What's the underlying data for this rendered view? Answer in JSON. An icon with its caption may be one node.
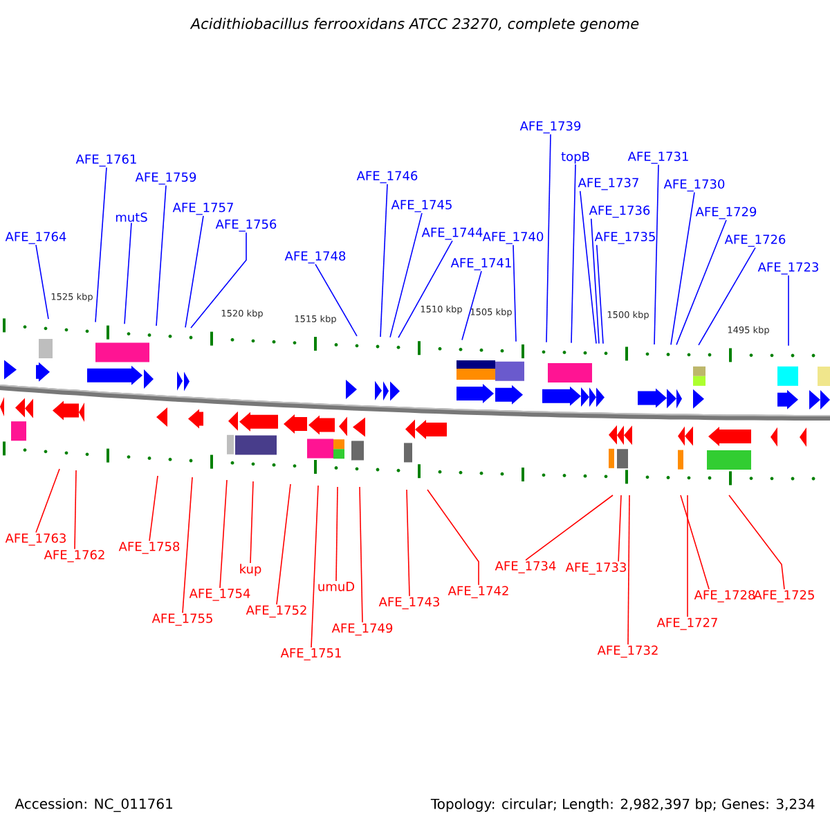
{
  "diagram": {
    "title": "Acidithiobacillus ferrooxidans ATCC 23270, complete genome",
    "nodes": [
      {
        "text": [
          "AFE_1764"
        ]
      },
      {
        "text": [
          "AFE_1761"
        ]
      },
      {
        "text": [
          "mutS"
        ]
      },
      {
        "text": [
          "AFE_1759"
        ]
      },
      {
        "text": [
          "AFE_1757"
        ]
      },
      {
        "text": [
          "AFE_1756"
        ]
      },
      {
        "text": [
          "AFE_1748"
        ]
      },
      {
        "text": [
          "AFE_1746"
        ]
      },
      {
        "text": [
          "AFE_1745"
        ]
      },
      {
        "text": [
          "AFE_1744"
        ]
      },
      {
        "text": [
          "AFE_1741"
        ]
      },
      {
        "text": [
          "AFE_1740"
        ]
      },
      {
        "text": [
          "AFE_1739"
        ]
      },
      {
        "text": [
          "topB"
        ]
      },
      {
        "text": [
          "AFE_1737"
        ]
      },
      {
        "text": [
          "AFE_1736"
        ]
      },
      {
        "text": [
          "AFE_1735"
        ]
      },
      {
        "text": [
          "AFE_1731"
        ]
      },
      {
        "text": [
          "AFE_1730"
        ]
      },
      {
        "text": [
          "AFE_1729"
        ]
      },
      {
        "text": [
          "AFE_1726"
        ]
      },
      {
        "text": [
          "AFE_1723"
        ]
      },
      {
        "text": [
          "AFE_1763"
        ]
      },
      {
        "text": [
          "AFE_1762"
        ]
      },
      {
        "text": [
          "AFE_1758"
        ]
      },
      {
        "text": [
          "AFE_1755"
        ]
      },
      {
        "text": [
          "AFE_1754"
        ]
      },
      {
        "text": [
          "kup"
        ]
      },
      {
        "text": [
          "AFE_1752"
        ]
      },
      {
        "text": [
          "AFE_1751"
        ]
      },
      {
        "text": [
          "umuD"
        ]
      },
      {
        "text": [
          "AFE_1749"
        ]
      },
      {
        "text": [
          "AFE_1743"
        ]
      },
      {
        "text": [
          "AFE_1742"
        ]
      },
      {
        "text": [
          "AFE_1734"
        ]
      },
      {
        "text": [
          "AFE_1733"
        ]
      },
      {
        "text": [
          "AFE_1732"
        ]
      },
      {
        "text": [
          "AFE_1728"
        ]
      },
      {
        "text": [
          "AFE_1727"
        ]
      },
      {
        "text": [
          "AFE_1725"
        ]
      }
    ],
    "edges": [
      {
        "from": 0,
        "to": null,
        "arrow": "none"
      },
      {
        "from": 1,
        "to": null,
        "arrow": "none"
      },
      {
        "from": 2,
        "to": null,
        "arrow": "none"
      },
      {
        "from": 3,
        "to": null,
        "arrow": "none"
      },
      {
        "from": 4,
        "to": null,
        "arrow": "none"
      },
      {
        "from": 5,
        "to": null,
        "arrow": "none"
      },
      {
        "from": 6,
        "to": null,
        "arrow": "none"
      },
      {
        "from": 7,
        "to": null,
        "arrow": "none"
      },
      {
        "from": 8,
        "to": null,
        "arrow": "none"
      },
      {
        "from": 9,
        "to": null,
        "arrow": "none"
      },
      {
        "from": 10,
        "to": null,
        "arrow": "none"
      },
      {
        "from": 11,
        "to": null,
        "arrow": "none"
      },
      {
        "from": 12,
        "to": null,
        "arrow": "none"
      },
      {
        "from": 13,
        "to": null,
        "arrow": "none"
      },
      {
        "from": 14,
        "to": null,
        "arrow": "none"
      },
      {
        "from": 15,
        "to": null,
        "arrow": "none"
      },
      {
        "from": 16,
        "to": null,
        "arrow": "none"
      },
      {
        "from": 17,
        "to": null,
        "arrow": "none"
      },
      {
        "from": 18,
        "to": null,
        "arrow": "none"
      },
      {
        "from": 19,
        "to": null,
        "arrow": "none"
      },
      {
        "from": 20,
        "to": null,
        "arrow": "none"
      },
      {
        "from": 21,
        "to": null,
        "arrow": "none"
      },
      {
        "from": 22,
        "to": null,
        "arrow": "none",
        "color": "#ff0000"
      },
      {
        "from": 23,
        "to": null,
        "arrow": "none",
        "color": "#ff0000"
      },
      {
        "from": 24,
        "to": null,
        "arrow": "none",
        "color": "#ff0000"
      },
      {
        "from": 25,
        "to": null,
        "arrow": "none",
        "color": "#ff0000"
      },
      {
        "from": 26,
        "to": null,
        "arrow": "none",
        "color": "#ff0000"
      },
      {
        "from": 27,
        "to": null,
        "arrow": "none",
        "color": "#ff0000"
      },
      {
        "from": 28,
        "to": null,
        "arrow": "none",
        "color": "#ff0000"
      },
      {
        "from": 29,
        "to": null,
        "arrow": "none",
        "color": "#ff0000"
      },
      {
        "from": 30,
        "to": null,
        "arrow": "none",
        "color": "#ff0000"
      },
      {
        "from": 31,
        "to": null,
        "arrow": "none",
        "color": "#ff0000"
      },
      {
        "from": 32,
        "to": null,
        "arrow": "none",
        "color": "#ff0000"
      },
      {
        "from": 33,
        "to": null,
        "arrow": "none",
        "color": "#ff0000"
      },
      {
        "from": 34,
        "to": null,
        "arrow": "none",
        "color": "#ff0000"
      },
      {
        "from": 35,
        "to": null,
        "arrow": "none",
        "color": "#ff0000"
      },
      {
        "from": 36,
        "to": null,
        "arrow": "none",
        "color": "#ff0000"
      },
      {
        "from": 37,
        "to": null,
        "arrow": "none",
        "color": "#ff0000"
      },
      {
        "from": 38,
        "to": null,
        "arrow": "none",
        "color": "#ff0000"
      },
      {
        "from": 39,
        "to": null,
        "arrow": "none",
        "color": "#ff0000"
      }
    ],
    "labels": [
      "1525 kbp",
      "1520 kbp",
      "1515 kbp",
      "1510 kbp",
      "1505 kbp",
      "1500 kbp",
      "1495 kbp",
      "Accession: NC_011761",
      "Topology: circular; Length: 2,982,397 bp; Genes: 3,234"
    ]
  }
}
